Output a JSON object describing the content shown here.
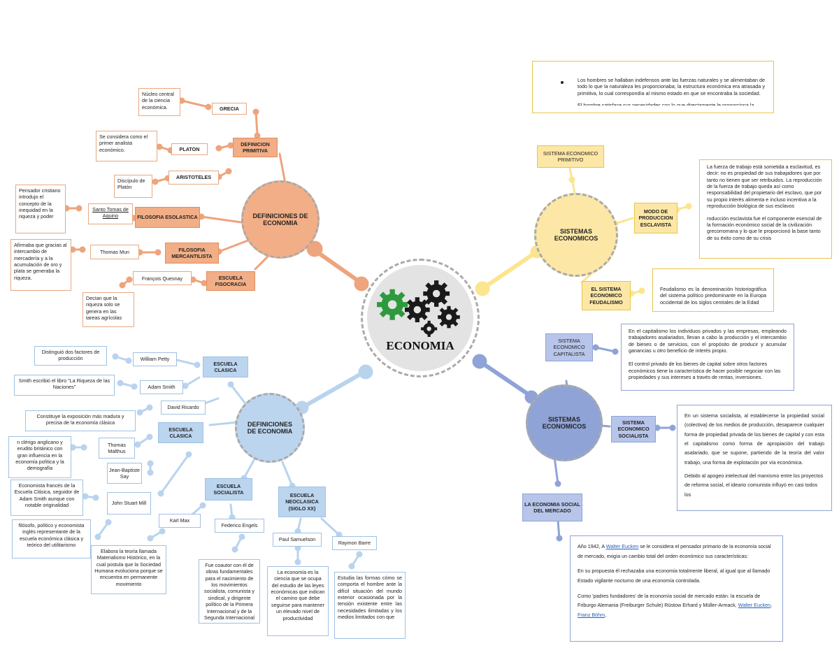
{
  "center": {
    "title": "ECONOMIA"
  },
  "orange": {
    "hub": "DEFINICIONES DE ECONOMIA",
    "definicion_primitiva": "DEFINICION PRIMITIVA",
    "grecia": "GRECIA",
    "grecia_note": "Núcleo central de la ciencia económica.",
    "platon": "PLATON",
    "platon_note": "Se considera como el primer analista económico.",
    "aristoteles": "ARISTOTELES",
    "aristoteles_note": "Discípulo de Platón",
    "filosofia_escolastica": "FILOSOFIA ESOLASTICA",
    "santo_tomas": "Santo Tomas de Aquino",
    "santo_tomas_note": "Pensador cristiano introdujo el concepto de la inequidad en la riqueza y poder",
    "filosofia_mercantilista": "FILOSOFIA MERCANTILISTA",
    "thomas_mun": "Thomas Mun",
    "thomas_mun_note": "Afirmaba que gracias al intercambio de mercadería y a la acumulación de oro y plata se generaba la riqueza.",
    "escuela_fisocracia": "ESCUELA FISOCRACIA",
    "quesnay": "François Quesnay",
    "quesnay_note": "Decían que la riqueza solo se genera en las tareas agrícolas"
  },
  "blue": {
    "hub": "DEFINICIONES DE ECONOMIA",
    "escuela_clasica_1": "ESCUELA CLASICA",
    "william_petty": "William Petty",
    "petty_note": "Distinguió dos factores de producción",
    "adam_smith": "Adam Smith",
    "smith_note": "Smith escribió el libro \"La Riqueza de las Naciones\"",
    "david_ricardo": "David Ricardo",
    "ricardo_note": "Constituye la exposición más madura y precisa de la economía clásica",
    "escuela_clasica_2": "ESCUELA CLASICA",
    "malthus": "Thomas Malthus",
    "malthus_note": "n clérigo anglicano y erudito británico con gran influencia en la economía política y la demografía",
    "say": "Jean-Baptiste Say",
    "say_note": "Economista francés de la Escuela Clásica, seguidor de Adam Smith aunque con notable originalidad",
    "mill": "John Stuart Mill",
    "mill_note": "filósofo, político y economista inglés representante de la escuela económica clásica y teórico del utilitarismo",
    "escuela_socialista": "ESCUELA SOCIALISTA",
    "marx": "Karl Max",
    "marx_note": "Elabora la teoría llamada Materialismo Histórico, en la cual postula que la Sociedad Humana evoluciona porque se encuentra en permanente movimiento",
    "engels": "Federico Engels",
    "engels_note": "Fue coautor con él de obras fundamentales para el nacimiento de los movimientos socialista, comunista y sindical, y dirigente político de la Primera Internacional y de la Segunda Internacional",
    "escuela_neoclasica": "ESCUELA NEOCLASICA (SIGLO XX)",
    "samuelson": "Paul Samuelson",
    "samuelson_note": "La economía es la ciencia que se ocupa del estudio de las leyes económicas que indican el camino que debe seguirse para mantener un elevado nivel de productividad",
    "barre": "Raymon Barre",
    "barre_note": "Estudia las formas cómo se comporta el hombre ante la difícil situación del mundo exterior ocasionada por la tensión existente entre las necesidades ilimitadas y los medios limitados con que"
  },
  "yellow": {
    "hub": "SISTEMAS ECONOMICOS",
    "primitivo": "SISTEMA ECONOMICO PRIMITIVO",
    "primitivo_note": "Los hombres se hallaban indefensos ante las fuerzas naturales y se alimentaban de todo lo que la naturaleza les proporcionaba; la estructura económica era atrasada y primitiva, lo cual correspondía al mismo estado en que se encontraba la sociedad.",
    "primitivo_note_cut": "El hombre satisface sus necesidades con lo que directamente le proporciona la",
    "esclavista": "MODO DE PRODUCCION ESCLAVISTA",
    "esclavista_note_1": "La fuerza de trabajo está sometida a esclavitud, es decir: no es propiedad de sus trabajadores que por tanto no tienen que ser retribuidos. La reproducción de la fuerza de trabajo queda así como responsabilidad del propietario del esclavo, que por su propio interés alimenta e incluso incentiva a la reproducción biológica de sus esclavos",
    "esclavista_note_2": "roducción esclavista fue el componente esencial de la formación económico social de la civilización grecorromana y lo que le proporcionó la base tanto de su éxito como de su crisis",
    "feudalismo": "EL SISTEMA ECONOMICO FEUDALISMO",
    "feudalismo_note": "Feudalismo es la denominación historiográfica del sistema político predominante en la Europa occidental de los siglos centrales de la Edad"
  },
  "violet": {
    "hub": "SISTEMAS ECONOMICOS",
    "capitalista": "SISTEMA ECONOMICO CAPITALISTA",
    "capitalista_note_1": "En el capitalismo los individuos privados y las empresas, empleando trabajadores asalariados, llevan a cabo la producción y el intercambio de bienes o de servicios, con el propósito de producir y acumular ganancias u otro beneficio de interés propio.",
    "capitalista_note_2": "El control privado de los bienes de capital sobre otros factores económicos tiene la característica de hacer posible negociar con las propiedades y sus intereses a través de rentas, inversiones.",
    "socialista": "SISTEMA ECONOMICO SOCIALISTA",
    "socialista_note_1": "En un sistema socialista, al establecerse la propiedad social (colectiva) de los medios de producción, desaparece cualquier forma de propiedad privada de los bienes de capital y con esta el capitalismo como forma de apropiación del trabajo asalariado, que se supone, partiendo de la teoría del valor trabajo, una forma de explotación por vía económica.",
    "socialista_note_2": "Debido al apogeo intelectual del marxismo entre los proyectos de reforma social, el ideario comunista influyó en casi todos los",
    "mercado": "LA ECONOMIA SOCIAL DEL MERCADO",
    "mercado_p1_a": "Año 1942, A ",
    "mercado_p1_link": "Walter Eucken",
    "mercado_p1_b": " se le considera el pensador primario de la economía social de mercado, exigía un cambio total del orden económico sus características:",
    "mercado_p2": "En su propuesta él rechazaba una economía totalmente liberal, al igual que al llamado Estado vigilante nocturno de una economía controlada.",
    "mercado_p3_a": "Como 'padres fundadores' de la economía social de mercado están: la escuela de Friburgo Alemania (Freiburger Schule) Rüstow Erhard y Müller-Armack, ",
    "mercado_p3_link1": "Walter Eucken",
    "mercado_p3_sep": ", ",
    "mercado_p3_link2": "Franz Böhm",
    "mercado_p3_end": ","
  },
  "colors": {
    "orange": "#f2ae86",
    "orange_line": "#eea47c",
    "blue": "#bcd5ef",
    "blue_line": "#b9d3ef",
    "yellow": "#fde7a6",
    "yellow_line": "#fbe58e",
    "violet": "#8fa3d6",
    "gear_green": "#2e9a3e"
  },
  "icons": [
    "gears-icon"
  ]
}
